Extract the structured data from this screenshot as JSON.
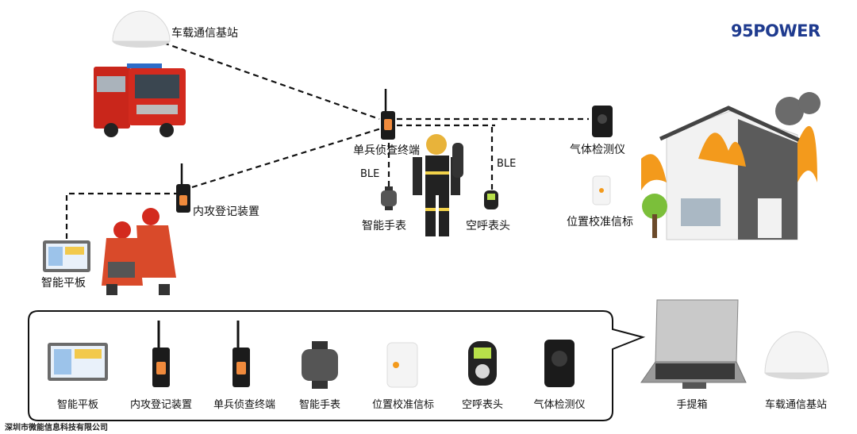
{
  "brand": {
    "logo_text": "95POWER",
    "company": "深圳市微能信息科技有限公司"
  },
  "diagram": {
    "nodes": {
      "base_station": "车载通信基站",
      "terminal": "单兵侦查终端",
      "entry_device": "内攻登记装置",
      "tablet": "智能平板",
      "watch": "智能手表",
      "breathing_gauge": "空呼表头",
      "gas_detector": "气体检测仪",
      "beacon": "位置校准信标"
    },
    "links": {
      "ble_left": "BLE",
      "ble_right": "BLE"
    }
  },
  "inventory": {
    "items": [
      {
        "label": "智能平板"
      },
      {
        "label": "内攻登记装置"
      },
      {
        "label": "单兵侦查终端"
      },
      {
        "label": "智能手表"
      },
      {
        "label": "位置校准信标"
      },
      {
        "label": "空呼表头"
      },
      {
        "label": "气体检测仪"
      }
    ],
    "case_label": "手提箱",
    "station_label": "车载通信基站"
  },
  "colors": {
    "brand_blue": "#1f3b8f",
    "fire_red": "#d32a1e",
    "fire_orange": "#f39a1c",
    "device_black": "#1b1b1b"
  }
}
